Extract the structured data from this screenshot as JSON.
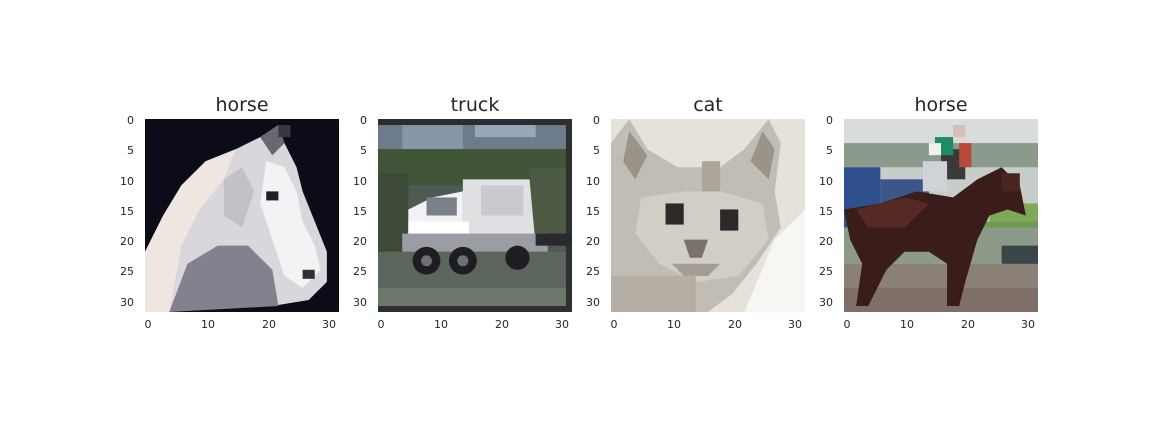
{
  "panels": [
    {
      "title": "horse",
      "image_desc": "white-horse-head",
      "xticks": [
        "0",
        "10",
        "20",
        "30"
      ],
      "yticks": [
        "0",
        "5",
        "10",
        "15",
        "20",
        "25",
        "30"
      ]
    },
    {
      "title": "truck",
      "image_desc": "white-truck",
      "xticks": [
        "0",
        "10",
        "20",
        "30"
      ],
      "yticks": [
        "0",
        "5",
        "10",
        "15",
        "20",
        "25",
        "30"
      ]
    },
    {
      "title": "cat",
      "image_desc": "grey-cat-face",
      "xticks": [
        "0",
        "10",
        "20",
        "30"
      ],
      "yticks": [
        "0",
        "5",
        "10",
        "15",
        "20",
        "25",
        "30"
      ]
    },
    {
      "title": "horse",
      "image_desc": "racehorse-with-jockey",
      "xticks": [
        "0",
        "10",
        "20",
        "30"
      ],
      "yticks": [
        "0",
        "5",
        "10",
        "15",
        "20",
        "25",
        "30"
      ]
    }
  ]
}
